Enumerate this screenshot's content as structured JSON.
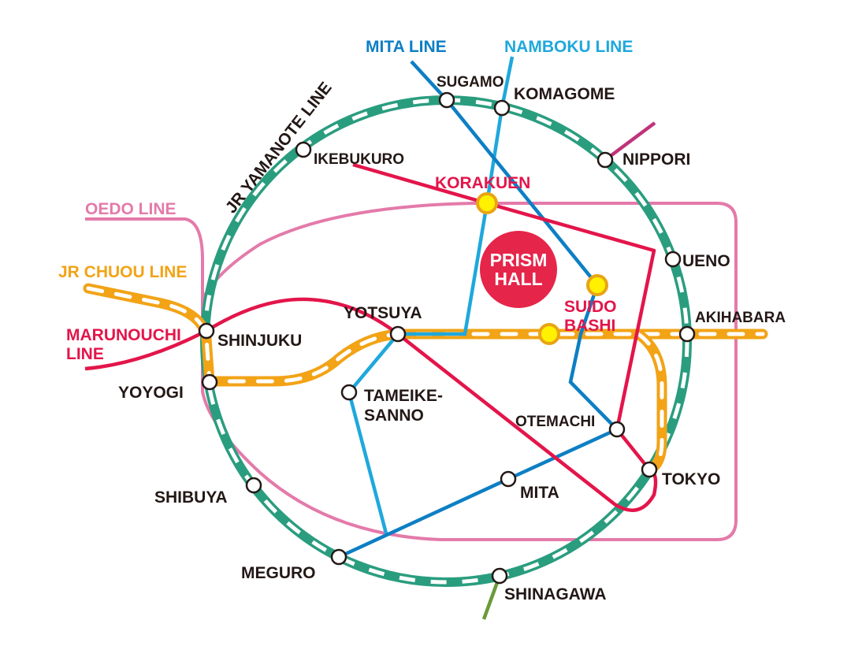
{
  "colors": {
    "yamanote": "#2a9d7f",
    "chuou": "#f2a316",
    "marunouchi": "#e3154a",
    "oedo": "#e47aaa",
    "namboku": "#1fa8dc",
    "mita": "#0d7fc4",
    "hall": "#e6254a",
    "nippori_branch": "#c0337a",
    "shinagawa_branch": "#6a9a3a",
    "text": "#231815"
  },
  "lines": {
    "mita": "MITA LINE",
    "namboku": "NAMBOKU LINE",
    "yamanote": "JR YAMANOTE LINE",
    "oedo": "OEDO LINE",
    "chuou": "JR CHUOU LINE",
    "marunouchi_1": "MARUNOUCHI",
    "marunouchi_2": "LINE"
  },
  "stations": {
    "sugamo": "SUGAMO",
    "komagome": "KOMAGOME",
    "ikebukuro": "IKEBUKURO",
    "nippori": "NIPPORI",
    "korakuen": "KORAKUEN",
    "ueno": "UENO",
    "suidobashi_1": "SUIDO",
    "suidobashi_2": "BASHI",
    "akihabara": "AKIHABARA",
    "yotsuya": "YOTSUYA",
    "shinjuku": "SHINJUKU",
    "yoyogi": "YOYOGI",
    "tameike_1": "TAMEIKE-",
    "tameike_2": "SANNO",
    "otemachi": "OTEMACHI",
    "tokyo": "TOKYO",
    "mita": "MITA",
    "shibuya": "SHIBUYA",
    "meguro": "MEGURO",
    "shinagawa": "SHINAGAWA"
  },
  "venue": {
    "line1": "PRISM",
    "line2": "HALL"
  }
}
